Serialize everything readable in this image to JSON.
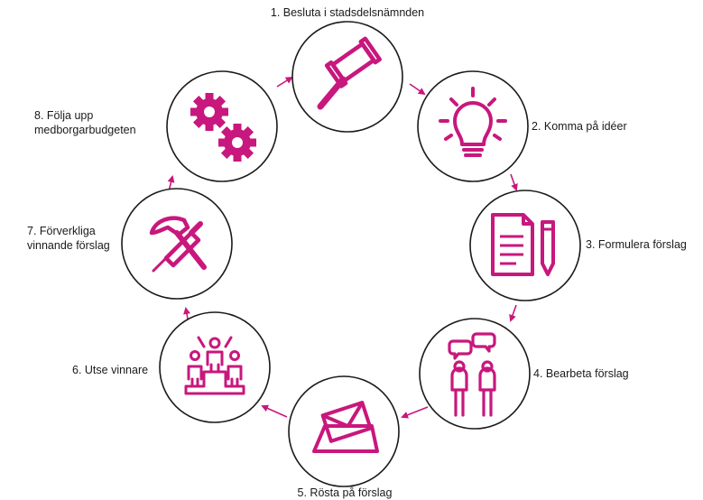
{
  "accent_color": "#c8177d",
  "steps": [
    {
      "number": 1,
      "lines": [
        "1. Besluta i stadsdelsnämnden"
      ],
      "icon": "gavel-icon"
    },
    {
      "number": 2,
      "lines": [
        "2. Komma på idéer"
      ],
      "icon": "lightbulb-icon"
    },
    {
      "number": 3,
      "lines": [
        "3. Formulera förslag"
      ],
      "icon": "document-pencil-icon"
    },
    {
      "number": 4,
      "lines": [
        "4. Bearbeta förslag"
      ],
      "icon": "people-discussion-icon"
    },
    {
      "number": 5,
      "lines": [
        "5. Rösta på förslag"
      ],
      "icon": "envelope-ballot-icon"
    },
    {
      "number": 6,
      "lines": [
        "6. Utse vinnare"
      ],
      "icon": "podium-winners-icon"
    },
    {
      "number": 7,
      "lines": [
        "7. Förverkliga",
        "vinnande förslag"
      ],
      "icon": "hammer-screwdriver-icon"
    },
    {
      "number": 8,
      "lines": [
        "8. Följa upp",
        "medborgarbudgeten"
      ],
      "icon": "gears-icon"
    }
  ]
}
